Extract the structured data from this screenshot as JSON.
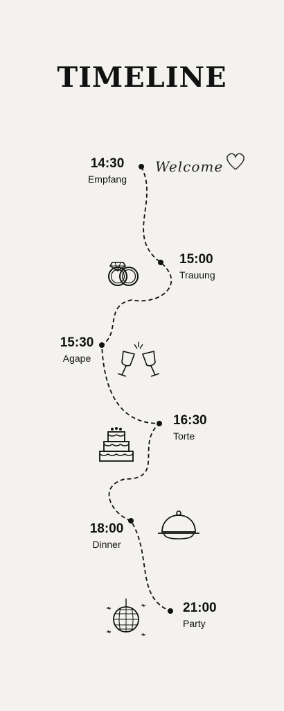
{
  "title": "TIMELINE",
  "welcome_text": "Welcome",
  "events": [
    {
      "time": "14:30",
      "label": "Empfang",
      "icon": "welcome-script-icon"
    },
    {
      "time": "15:00",
      "label": "Trauung",
      "icon": "rings-icon"
    },
    {
      "time": "15:30",
      "label": "Agape",
      "icon": "champagne-glasses-icon"
    },
    {
      "time": "16:30",
      "label": "Torte",
      "icon": "cake-icon"
    },
    {
      "time": "18:00",
      "label": "Dinner",
      "icon": "cloche-icon"
    },
    {
      "time": "21:00",
      "label": "Party",
      "icon": "disco-ball-icon"
    }
  ],
  "colors": {
    "background": "#f3f2ee",
    "ink": "#111111"
  }
}
